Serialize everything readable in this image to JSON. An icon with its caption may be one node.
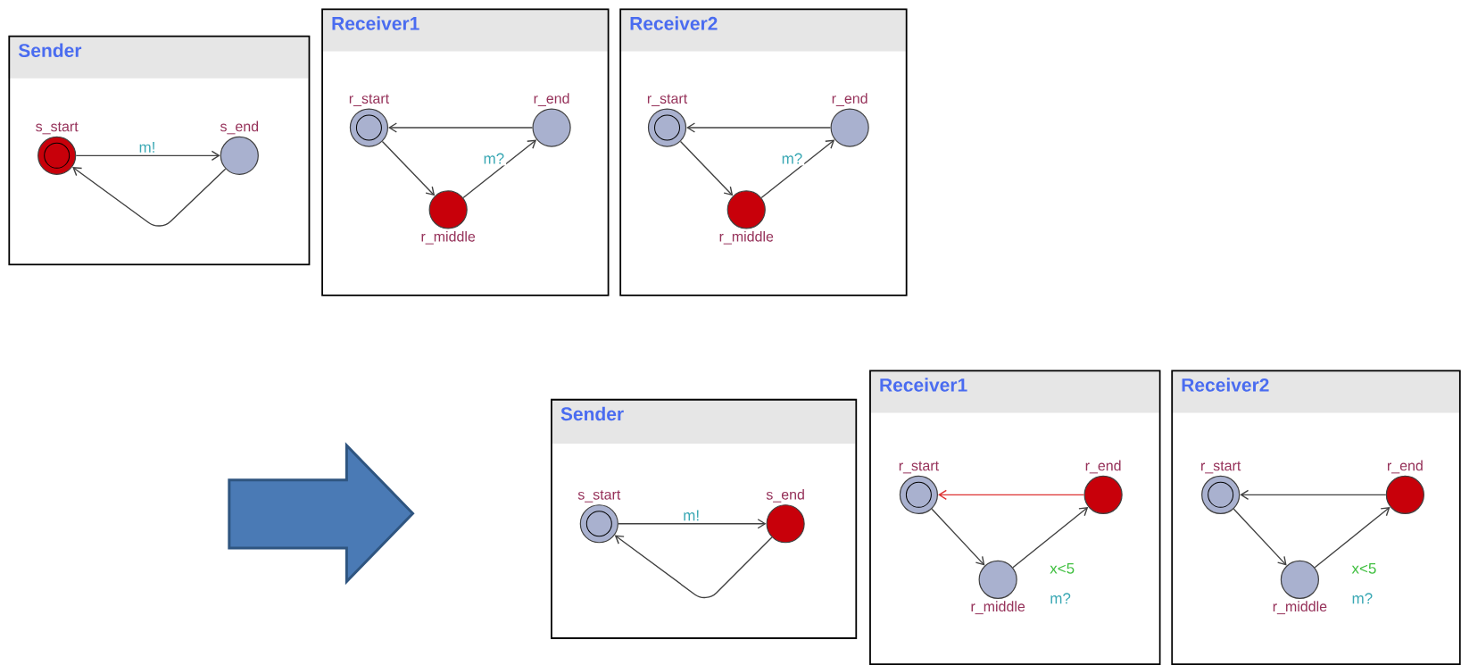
{
  "diagram": {
    "nodes": [
      {
        "text": [
          "Sender"
        ]
      },
      {
        "text": [
          "s_start"
        ],
        "in": 0
      },
      {
        "text": [
          "s_end"
        ],
        "in": 0
      },
      {
        "text": [
          "Receiver1"
        ]
      },
      {
        "text": [
          "r_start"
        ],
        "in": 3
      },
      {
        "text": [
          "r_end"
        ],
        "in": 3
      },
      {
        "text": [
          "r_middle"
        ],
        "in": 3
      },
      {
        "text": [
          "Receiver2"
        ]
      },
      {
        "text": [
          "r_start"
        ],
        "in": 7
      },
      {
        "text": [
          "r_end"
        ],
        "in": 7
      },
      {
        "text": [
          "r_middle"
        ],
        "in": 7
      },
      {
        "text": [
          "Sender"
        ]
      },
      {
        "text": [
          "s_start"
        ],
        "in": 11
      },
      {
        "text": [
          "s_end"
        ],
        "in": 11
      },
      {
        "text": [
          "Receiver1"
        ]
      },
      {
        "text": [
          "r_start"
        ],
        "in": 14
      },
      {
        "text": [
          "r_end"
        ],
        "in": 14
      },
      {
        "text": [
          "r_middle"
        ],
        "in": 14
      },
      {
        "text": [
          "Receiver2"
        ]
      },
      {
        "text": [
          "r_start"
        ],
        "in": 18
      },
      {
        "text": [
          "r_end"
        ],
        "in": 18
      },
      {
        "text": [
          "r_middle"
        ],
        "in": 18
      }
    ],
    "edges": [
      {
        "from": 1,
        "to": 2,
        "arrow": "to",
        "label": "m!"
      },
      {
        "from": 2,
        "to": 1,
        "arrow": "to"
      },
      {
        "from": 5,
        "to": 4,
        "arrow": "to"
      },
      {
        "from": 4,
        "to": 6,
        "arrow": "to"
      },
      {
        "from": 6,
        "to": 5,
        "arrow": "to",
        "label": "m?"
      },
      {
        "from": 9,
        "to": 8,
        "arrow": "to"
      },
      {
        "from": 8,
        "to": 10,
        "arrow": "to"
      },
      {
        "from": 10,
        "to": 9,
        "arrow": "to",
        "label": "m?"
      },
      {
        "from": 12,
        "to": 13,
        "arrow": "to",
        "label": "m!"
      },
      {
        "from": 13,
        "to": 12,
        "arrow": "to"
      },
      {
        "from": 16,
        "to": 15,
        "arrow": "to",
        "color": "#dd3333"
      },
      {
        "from": 15,
        "to": 17,
        "arrow": "to"
      },
      {
        "from": 17,
        "to": 16,
        "arrow": "to",
        "label": "x<5"
      },
      {
        "from": 20,
        "to": 19,
        "arrow": "to"
      },
      {
        "from": 19,
        "to": 21,
        "arrow": "to"
      },
      {
        "from": 21,
        "to": 20,
        "arrow": "to",
        "label": "x<5"
      }
    ],
    "labels": [
      "m?",
      "m?"
    ]
  }
}
